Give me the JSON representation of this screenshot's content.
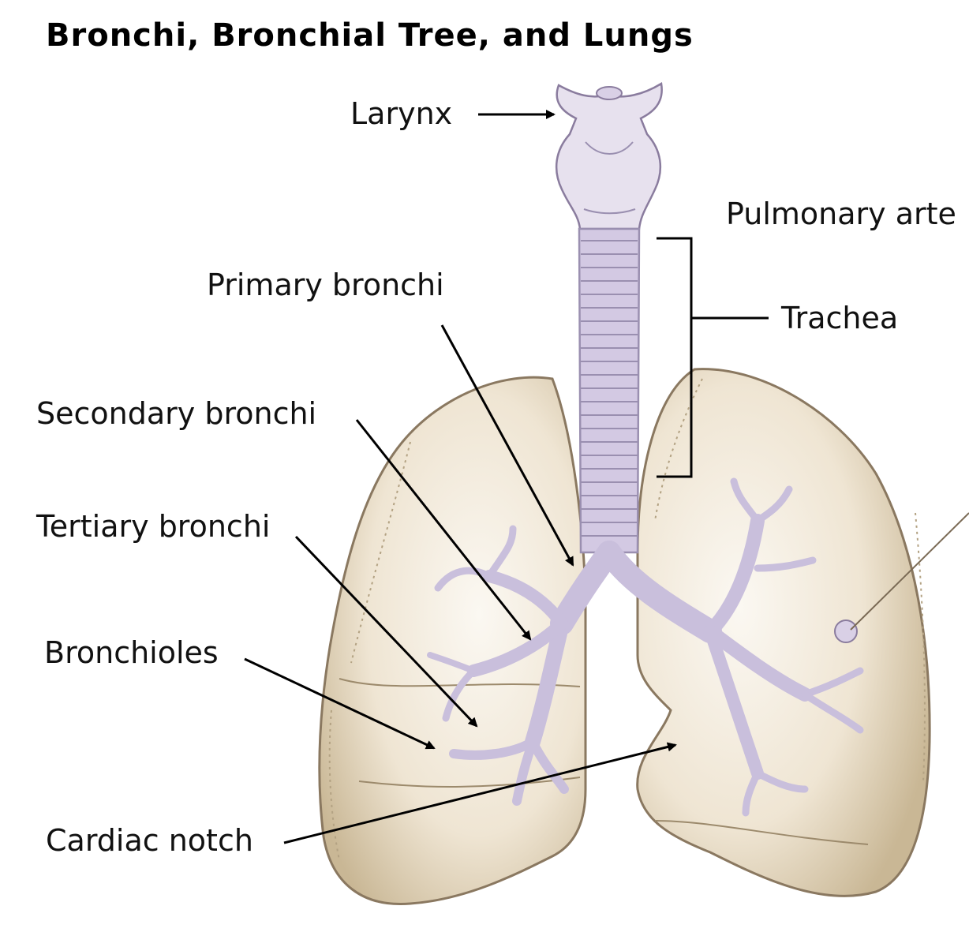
{
  "title": "Bronchi, Bronchial Tree, and Lungs",
  "labels": {
    "larynx": "Larynx",
    "pulmonary_artery": "Pulmonary arte",
    "primary_bronchi": "Primary bronchi",
    "trachea": "Trachea",
    "secondary_bronchi": "Secondary bronchi",
    "tertiary_bronchi": "Tertiary bronchi",
    "bronchioles": "Bronchioles",
    "cardiac_notch": "Cardiac notch"
  },
  "colors": {
    "lung_fill": "#f3ece0",
    "lung_outline": "#8a7860",
    "airway": "#c9bfdc",
    "airway_outline": "#a99cc4",
    "leader": "#000000"
  }
}
